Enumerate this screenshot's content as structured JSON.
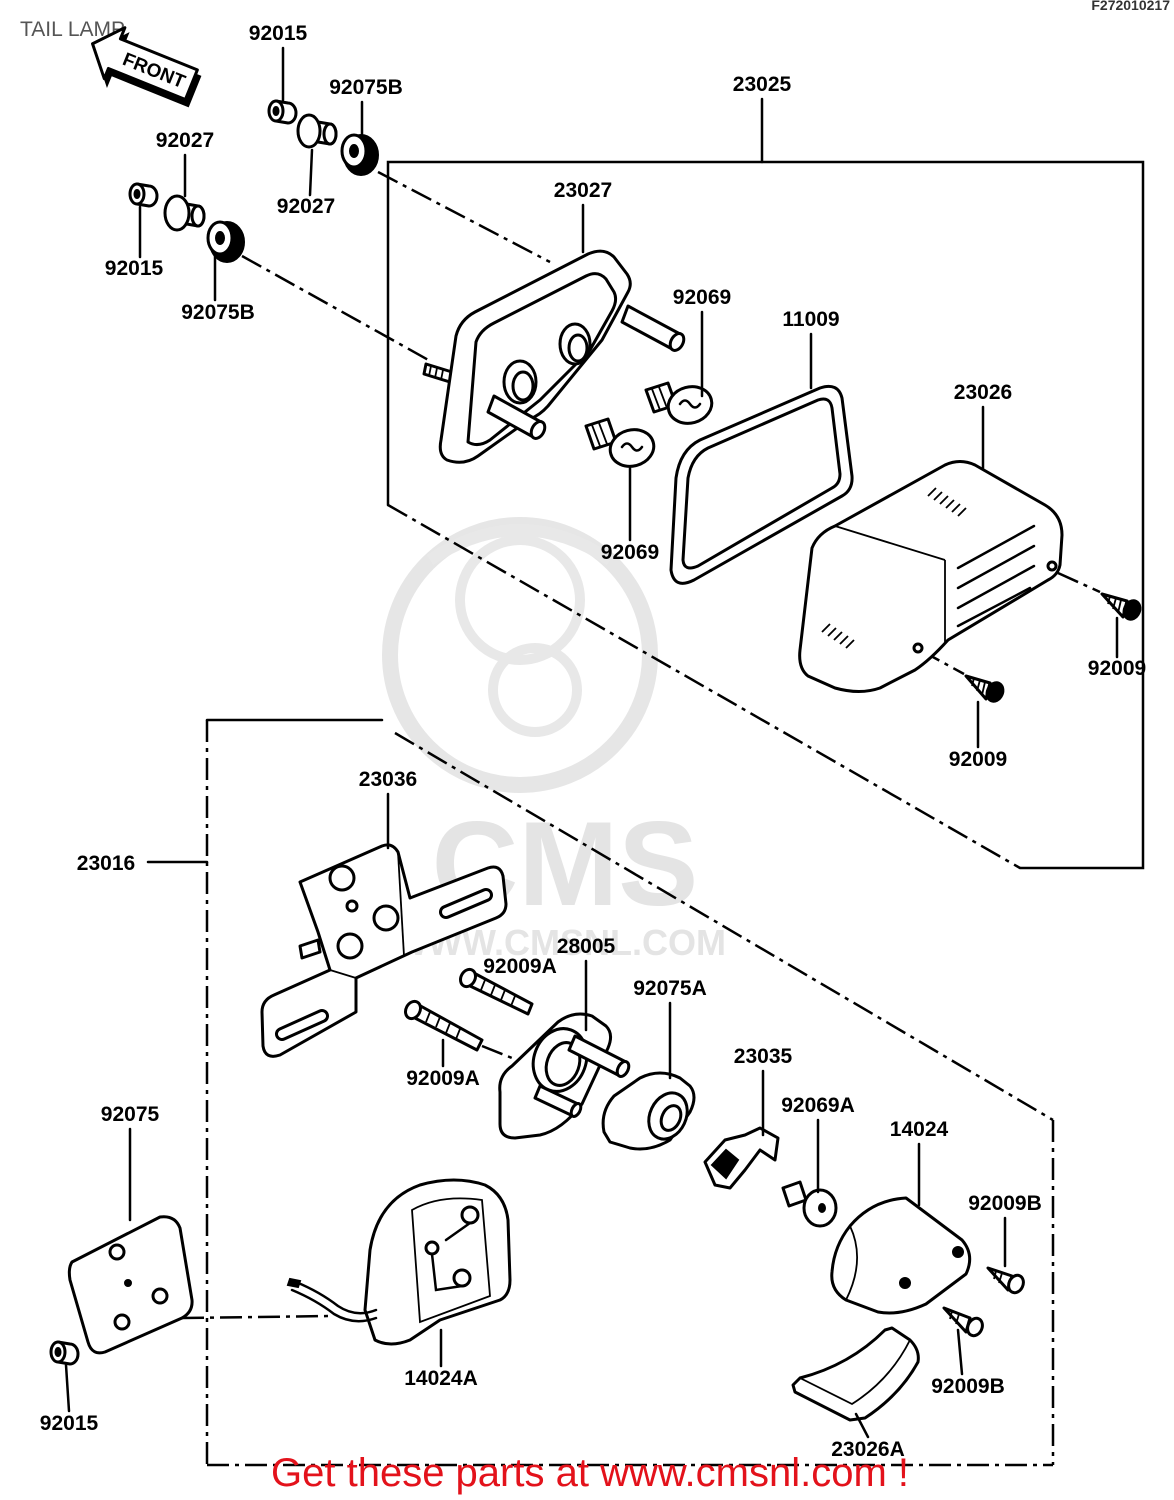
{
  "diagram": {
    "title": "TAIL LAMP",
    "figure_code": "F272010217",
    "front_arrow": "FRONT",
    "parts": [
      {
        "number": "92015"
      },
      {
        "number": "92075B"
      },
      {
        "number": "23025"
      },
      {
        "number": "92027"
      },
      {
        "number": "23027"
      },
      {
        "number": "92027"
      },
      {
        "number": "92015"
      },
      {
        "number": "92075B"
      },
      {
        "number": "92069"
      },
      {
        "number": "11009"
      },
      {
        "number": "23026"
      },
      {
        "number": "92069"
      },
      {
        "number": "92009"
      },
      {
        "number": "92009"
      },
      {
        "number": "23036"
      },
      {
        "number": "23016"
      },
      {
        "number": "28005"
      },
      {
        "number": "92009A"
      },
      {
        "number": "92075A"
      },
      {
        "number": "23035"
      },
      {
        "number": "92009A"
      },
      {
        "number": "92069A"
      },
      {
        "number": "92075"
      },
      {
        "number": "14024"
      },
      {
        "number": "92009B"
      },
      {
        "number": "14024A"
      },
      {
        "number": "92009B"
      },
      {
        "number": "92015"
      },
      {
        "number": "23026A"
      }
    ]
  },
  "watermark": {
    "brand": "CMS",
    "url": "WWW.CMSNL.COM"
  },
  "footer": {
    "text": "Get these parts at www.cmsnl.com !"
  },
  "colors": {
    "ink": "#000000",
    "footer_text": "#e3121b",
    "watermark": "#e4e4e4"
  }
}
